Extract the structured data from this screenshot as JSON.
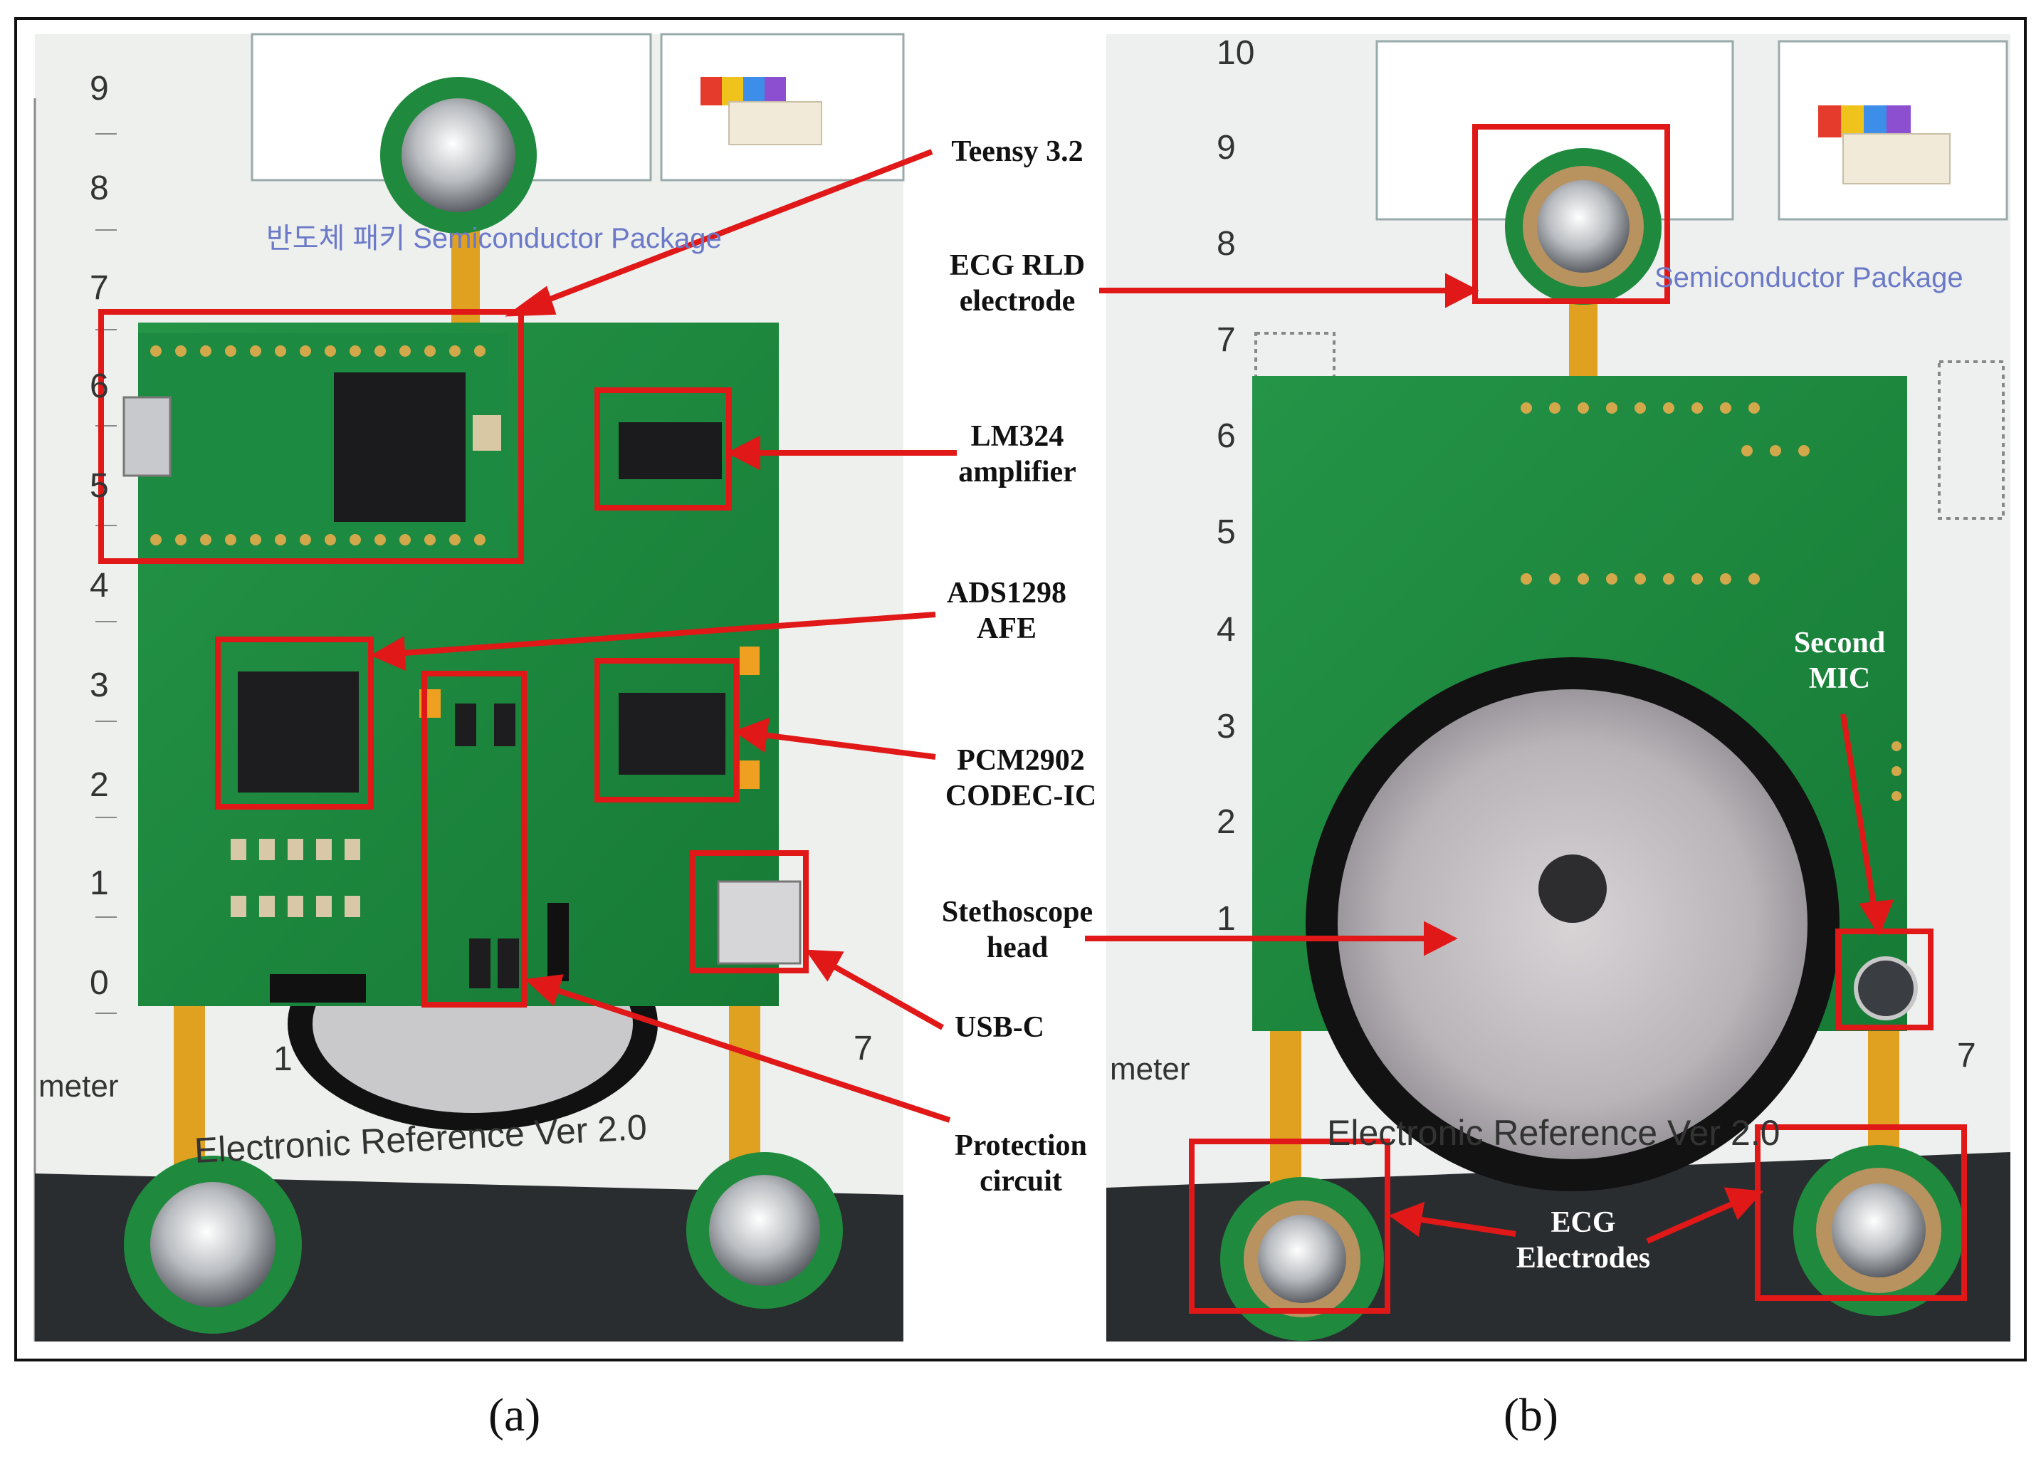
{
  "panels": {
    "a": {
      "caption_open": "(",
      "caption_letter": "a",
      "caption_close": ")",
      "ruler_numbers": [
        "9",
        "8",
        "7",
        "6",
        "5",
        "4",
        "3",
        "2",
        "1",
        "0"
      ],
      "ruler_bottom_numbers": [
        "1",
        "7"
      ],
      "ruler_unit": "meter",
      "ruler_title": "Electronic Reference Ver 2.0",
      "background_text": "반도체 패키 Semiconductor Package",
      "callouts": {
        "teensy": "Teensy 3.2",
        "lm324_line1": "LM324",
        "lm324_line2": "amplifier",
        "ads_line1": "ADS1298",
        "ads_line2": "AFE",
        "pcm_line1": "PCM2902",
        "pcm_line2": "CODEC-IC",
        "usbc": "USB-C",
        "protection_line1": "Protection",
        "protection_line2": "circuit"
      }
    },
    "b": {
      "caption_open": "(",
      "caption_letter": "b",
      "caption_close": ")",
      "ruler_numbers": [
        "10",
        "9",
        "8",
        "7",
        "6",
        "5",
        "4",
        "3",
        "2",
        "1"
      ],
      "ruler_bottom_numbers": [
        "7"
      ],
      "ruler_unit": "meter",
      "ruler_title": "Electronic Reference Ver 2.0",
      "background_text": "Semiconductor Package",
      "callouts": {
        "rld_line1": "ECG RLD",
        "rld_line2": "electrode",
        "stetho_line1": "Stethoscope",
        "stetho_line2": "head",
        "mic_line1": "Second",
        "mic_line2": "MIC",
        "ecg_line1": "ECG",
        "ecg_line2": "Electrodes"
      }
    }
  },
  "colors": {
    "annotation_red": "#e01818",
    "pcb_green": "#1f8a3e",
    "flex_orange": "#e0a020",
    "ruler_bg": "#eef0ee"
  }
}
